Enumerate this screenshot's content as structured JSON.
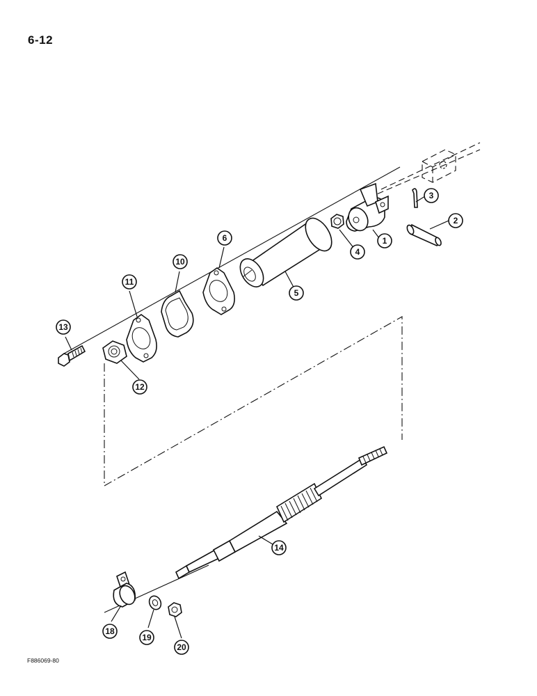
{
  "page": {
    "page_number": "6-12",
    "figure_code": "F886069-80"
  },
  "callouts": [
    {
      "id": "1",
      "label": "1"
    },
    {
      "id": "2",
      "label": "2"
    },
    {
      "id": "3",
      "label": "3"
    },
    {
      "id": "4",
      "label": "4"
    },
    {
      "id": "5",
      "label": "5"
    },
    {
      "id": "6",
      "label": "6"
    },
    {
      "id": "10",
      "label": "10"
    },
    {
      "id": "11",
      "label": "11"
    },
    {
      "id": "12",
      "label": "12"
    },
    {
      "id": "13",
      "label": "13"
    },
    {
      "id": "14",
      "label": "14"
    },
    {
      "id": "18",
      "label": "18"
    },
    {
      "id": "19",
      "label": "19"
    },
    {
      "id": "20",
      "label": "20"
    }
  ],
  "parts": [
    "yoke",
    "pin",
    "cotter-pin",
    "nut",
    "tube",
    "gasket",
    "gasket-seal",
    "flange-plate",
    "jam-nut",
    "bolt",
    "threaded-shaft",
    "clamp",
    "washer",
    "lock-nut"
  ]
}
